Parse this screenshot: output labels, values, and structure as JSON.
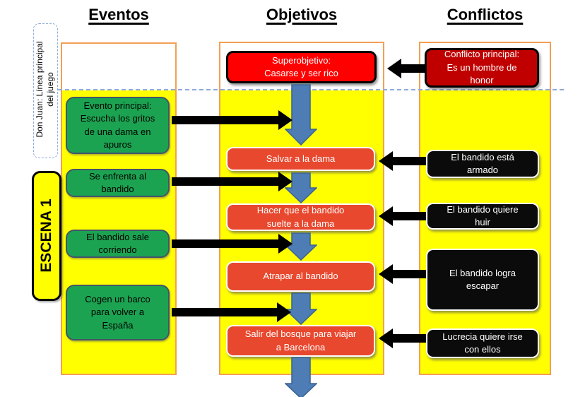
{
  "palette": {
    "panel_yellow": "#FFFF00",
    "column_border_orange": "#F2A054",
    "event_green": "#1CA351",
    "event_border_slate": "#44546A",
    "objective_red": "#E8482E",
    "superobjective_red": "#FF0000",
    "main_conflict_dark_red": "#C00000",
    "conflict_black": "#0B0B0B",
    "flow_arrow_blue": "#4E7CB5",
    "dashed_line_blue": "#8FAADC",
    "connector_black": "#000000"
  },
  "side_labels": {
    "game_line": "Don Juan: Línea principal\ndel juego",
    "scene": "ESCENA 1"
  },
  "columns": {
    "events": {
      "title": "Eventos",
      "boxes": [
        {
          "text": "Evento principal:\nEscucha los gritos\nde una dama en\napuros"
        },
        {
          "text": "Se enfrenta al\nbandido"
        },
        {
          "text": "El bandido sale\ncorriendo"
        },
        {
          "text": "Cogen un barco\npara volver a\nEspaña"
        }
      ]
    },
    "objectives": {
      "title": "Objetivos",
      "super_label": "Superobjetivo:\nCasarse y ser rico",
      "boxes": [
        {
          "text": "Salvar a la dama"
        },
        {
          "text": "Hacer que el bandido\nsuelte a la dama"
        },
        {
          "text": "Atrapar al bandido"
        },
        {
          "text": "Salir del bosque para viajar\na Barcelona"
        }
      ]
    },
    "conflicts": {
      "title": "Conflictos",
      "main_label": "Conflicto principal:\nEs un hombre de\nhonor",
      "boxes": [
        {
          "text": "El bandido está\narmado"
        },
        {
          "text": "El bandido quiere\nhuir"
        },
        {
          "text": "El bandido logra\nescapar"
        },
        {
          "text": "Lucrecia quiere irse\ncon ellos"
        }
      ]
    }
  }
}
